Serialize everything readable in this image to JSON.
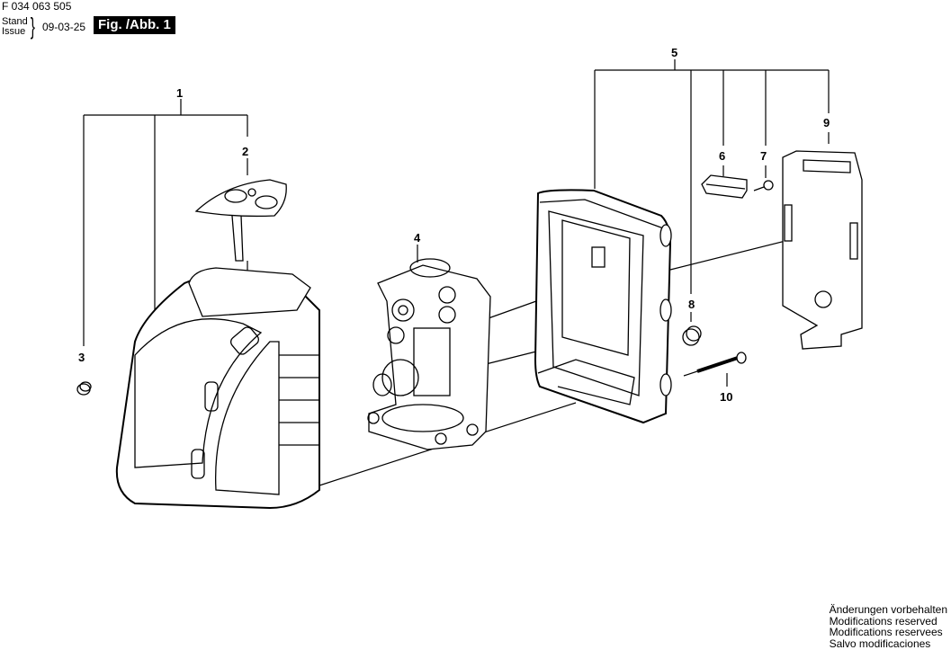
{
  "header": {
    "part_number": "F 034 063 505",
    "stand_label": "Stand",
    "issue_label": "Issue",
    "date": "09-03-25",
    "figure_label": "Fig. /Abb. 1"
  },
  "callouts": [
    "1",
    "2",
    "3",
    "4",
    "5",
    "6",
    "7",
    "8",
    "9",
    "10"
  ],
  "footer": {
    "lines": [
      "Änderungen vorbehalten",
      "Modifications reserved",
      "Modifications reservees",
      "Salvo modificaciones"
    ]
  }
}
